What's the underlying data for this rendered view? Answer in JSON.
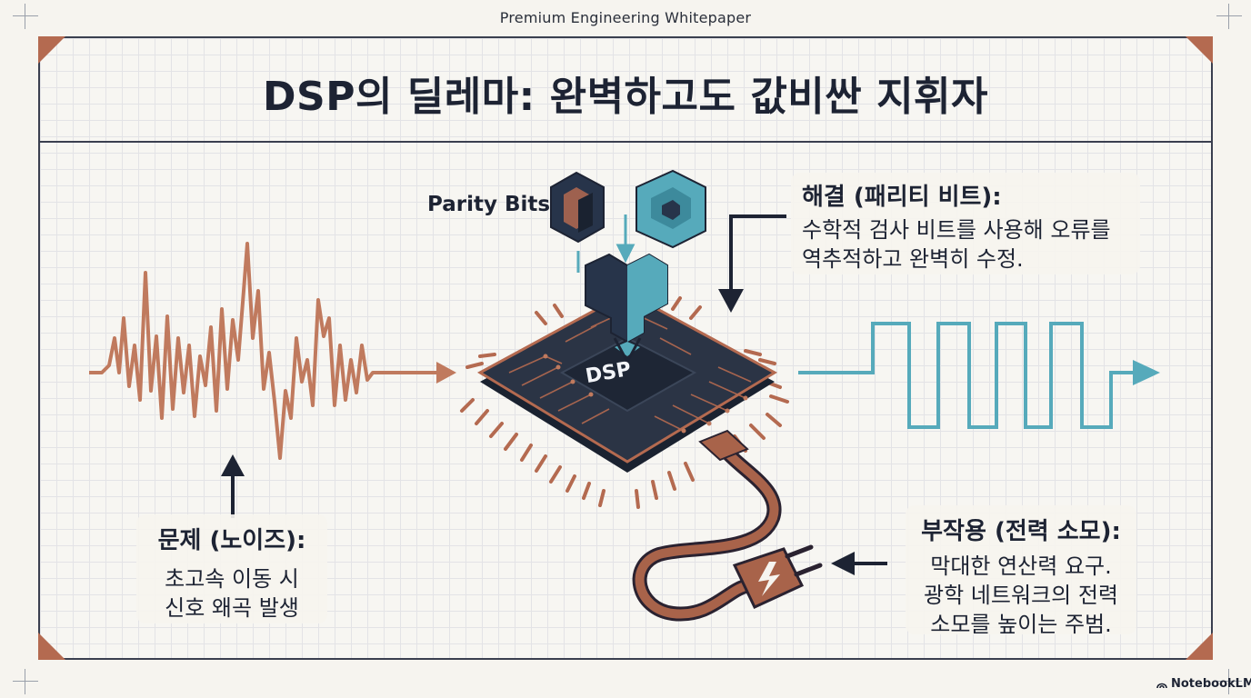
{
  "header": {
    "label": "Premium Engineering Whitepaper"
  },
  "title": "DSP의 딜레마: 완벽하고도 값비싼 지휘자",
  "parity": {
    "label": "Parity Bits"
  },
  "chip": {
    "label": "DSP"
  },
  "problem": {
    "head": "문제 (노이즈):",
    "lines": [
      "초고속 이동 시",
      "신호 왜곡 발생"
    ]
  },
  "solution": {
    "head": "해결 (패리티 비트):",
    "lines": [
      "수학적 검사 비트를 사용해 오류를",
      "역추적하고 완벽히 수정."
    ]
  },
  "side_effect": {
    "head": "부작용 (전력 소모):",
    "lines": [
      "막대한 연산력 요구.",
      "광학 네트워크의 전력",
      "소모를 높이는 주범."
    ]
  },
  "brand": {
    "label": "NotebookLM"
  },
  "colors": {
    "ink": "#1d2333",
    "noise": "#c07a5e",
    "clean_signal": "#56aabb",
    "copper": "#b46a50",
    "chip": "#27303f",
    "accent_dark": "#2f4a66"
  },
  "icons": [
    "arrow-up-icon",
    "arrow-down-icon",
    "arrow-left-icon",
    "power-plug-icon",
    "lightning-icon",
    "parity-block-icon"
  ]
}
